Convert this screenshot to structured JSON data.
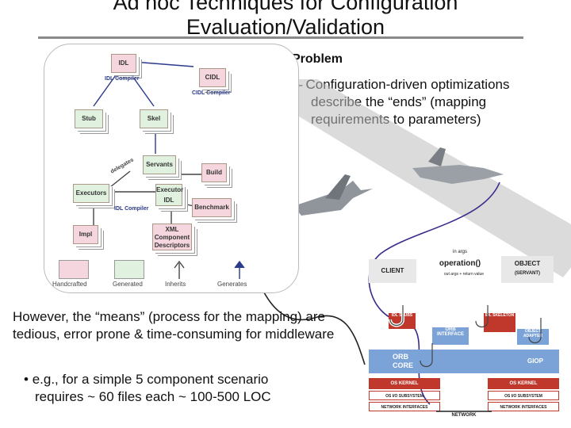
{
  "slide": {
    "title_line1": "Ad hoc Techniques for Configuration",
    "title_line2": "Evaluation/Validation",
    "problem_heading": "Problem",
    "problem_dash": "–",
    "problem_line1": "Configuration-driven optimizations",
    "problem_line2": "describe the “ends” (mapping",
    "problem_line3": "requirements to parameters)",
    "means_text": "However, the “means” (process for the mapping) are tedious, error prone & time-consuming for middleware",
    "example_bullet": "•",
    "example_line1": "e.g., for a simple 5 component scenario",
    "example_line2": "requires ~ 60 files each ~ 100-500 LOC"
  },
  "workflow": {
    "idl": "IDL",
    "idl_compiler_top": "IDL Compiler",
    "cidl": "CIDL",
    "cidl_compiler": "CIDL Compiler",
    "stub": "Stub",
    "skel": "Skel",
    "servants": "Servants",
    "delegates": "delegates",
    "build": "Build",
    "executors": "Executors",
    "executor_idl_1": "Executor",
    "executor_idl_2": "IDL",
    "idl_compiler_mid": "IDL Compiler",
    "benchmark": "Benchmark",
    "impl": "Impl",
    "xml_1": "XML",
    "xml_2": "Component",
    "xml_3": "Descriptors",
    "legend_handcrafted": "Handcrafted",
    "legend_generated": "Generated",
    "legend_inherits": "Inherits",
    "legend_generates": "Generates"
  },
  "orb": {
    "in_args": "in args",
    "operation": "operation()",
    "out_args": "out args + return value",
    "client": "CLIENT",
    "object": "OBJECT",
    "servant": "(SERVANT)",
    "idl_stubs": "IDL STUBS",
    "idl_skeleton": "IDL SKELETON",
    "orb_interface": "ORB INTERFACE",
    "object_adapter": "OBJECT ADAPTER",
    "orb_core_1": "ORB",
    "orb_core_2": "CORE",
    "giop": "GIOP",
    "os_kernel": "OS KERNEL",
    "os_io": "OS I/O SUBSYSTEM",
    "net_if": "NETWORK INTERFACES",
    "network": "NETWORK"
  },
  "colors": {
    "handcrafted": "#f5d6de",
    "generated": "#e0f1df",
    "orb_core": "#7ba3d8",
    "kernel": "#c0382c"
  }
}
